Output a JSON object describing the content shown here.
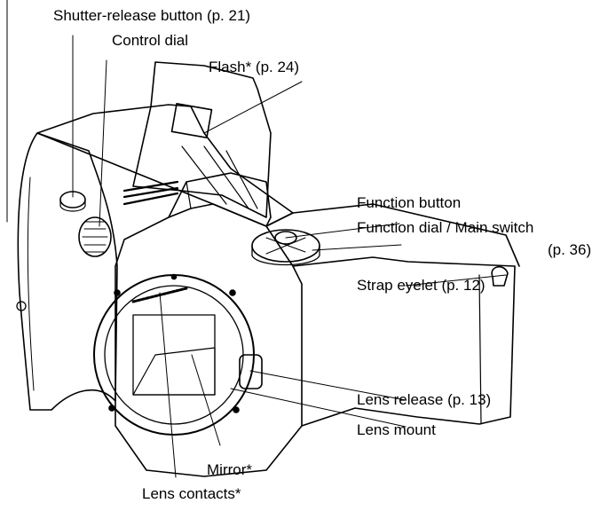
{
  "diagram": {
    "line_color": "#000000",
    "labels": {
      "shutter_release": "Shutter-release button (p. 21)",
      "control_dial": "Control dial",
      "flash": "Flash* (p. 24)",
      "function_button": "Function button",
      "function_dial": "Function dial / Main switch",
      "function_dial_page": "(p. 36)",
      "strap_eyelet": "Strap eyelet (p. 12)",
      "lens_release": "Lens release (p. 13)",
      "lens_mount": "Lens mount",
      "mirror": "Mirror*",
      "lens_contacts": "Lens contacts*"
    }
  }
}
